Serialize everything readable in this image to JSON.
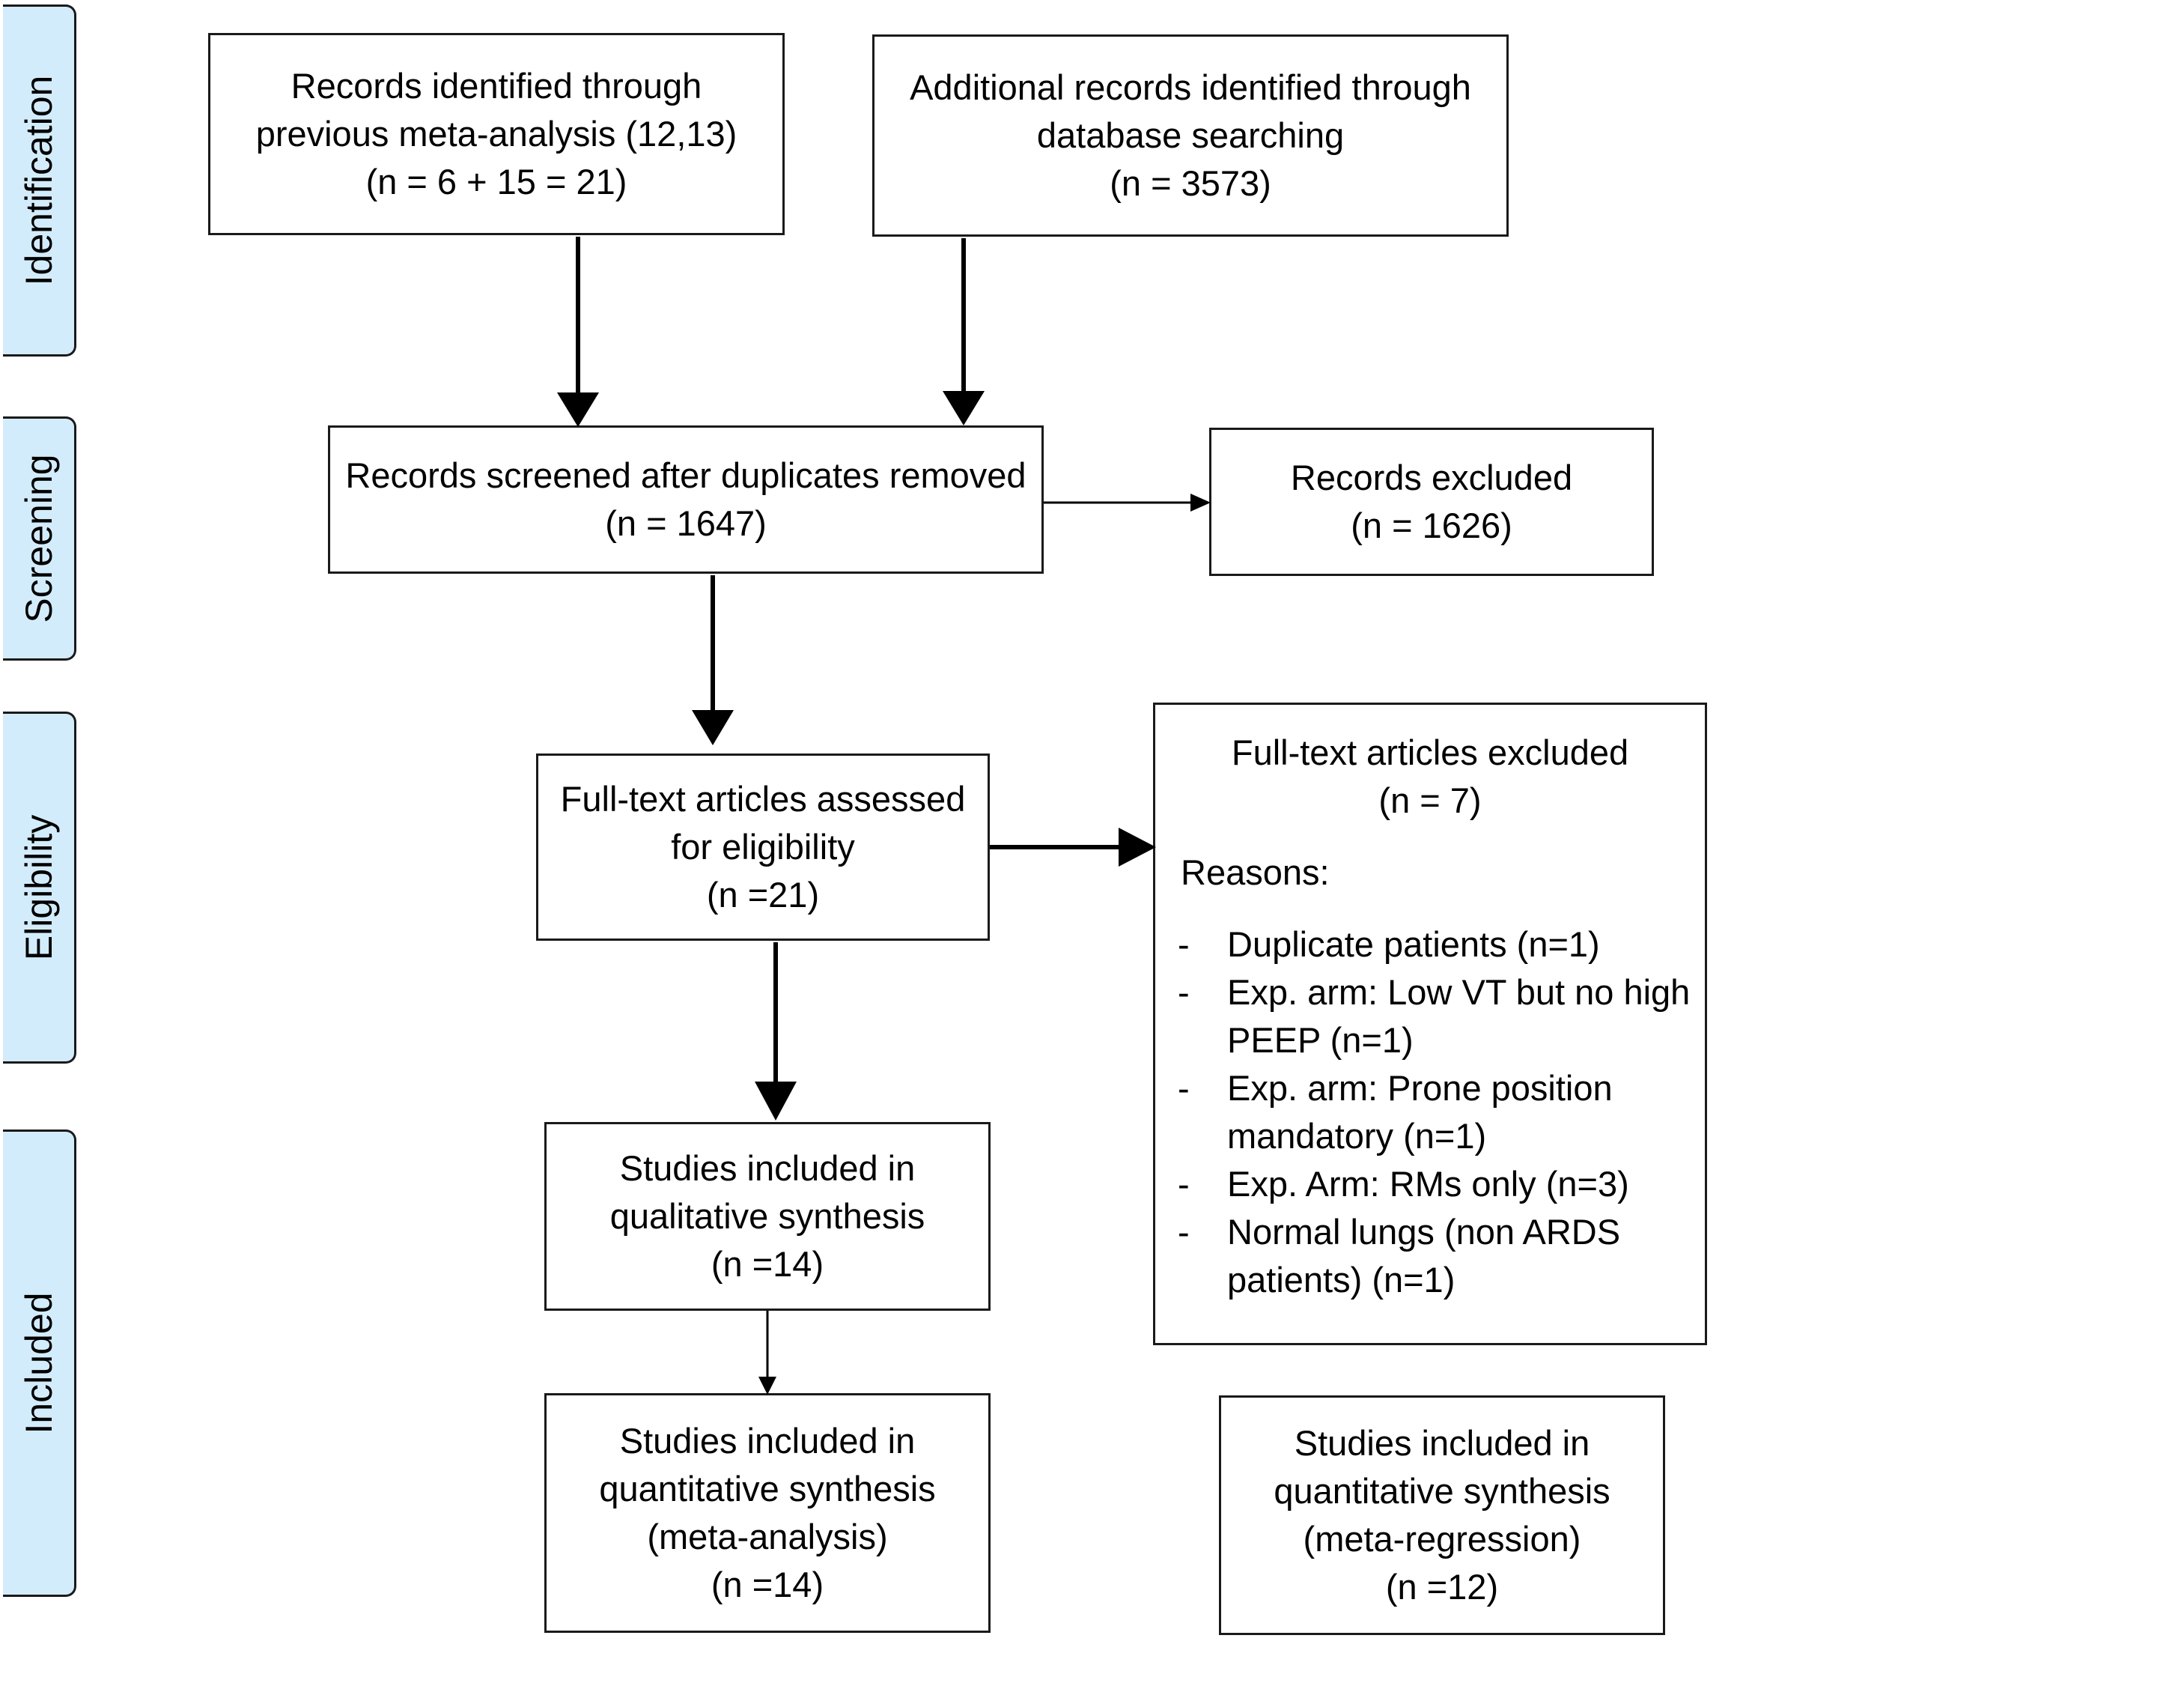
{
  "phases": [
    {
      "id": "identification",
      "label": "Identification"
    },
    {
      "id": "screening",
      "label": "Screening"
    },
    {
      "id": "eligibility",
      "label": "Eligibility"
    },
    {
      "id": "included",
      "label": "Included"
    }
  ],
  "boxes": {
    "previous": {
      "lines": [
        "Records identified through",
        "previous meta-analysis (12,13)",
        "(n = 6 + 15 = 21)"
      ]
    },
    "additional": {
      "lines": [
        "Additional records identified through",
        "database searching",
        "(n = 3573)"
      ]
    },
    "screened": {
      "lines": [
        "Records screened after duplicates removed",
        "(n = 1647)"
      ]
    },
    "records_excluded": {
      "lines": [
        "Records excluded",
        "(n = 1626)"
      ]
    },
    "fulltext": {
      "lines": [
        "Full-text articles assessed",
        "for eligibility",
        "(n =21)"
      ]
    },
    "fulltext_excluded": {
      "title": "Full-text articles excluded",
      "count": "(n = 7)",
      "reasons_label": "Reasons:",
      "reasons": [
        "Duplicate patients (n=1)",
        "Exp. arm: Low VT but no high PEEP (n=1)",
        "Exp. arm: Prone position mandatory (n=1)",
        "Exp. Arm: RMs only (n=3)",
        "Normal lungs (non ARDS patients) (n=1)"
      ],
      "bullet": "-"
    },
    "qualitative": {
      "lines": [
        "Studies included in",
        "qualitative synthesis",
        "(n =14)"
      ]
    },
    "meta_analysis": {
      "lines": [
        "Studies included in",
        "quantitative synthesis",
        "(meta-analysis)",
        "(n =14)"
      ]
    },
    "meta_regression": {
      "lines": [
        "Studies included in",
        "quantitative synthesis",
        "(meta-regression)",
        "(n =12)"
      ]
    }
  },
  "colors": {
    "phase_fill": "#d3ecfb",
    "stroke": "#1a1a1a"
  }
}
